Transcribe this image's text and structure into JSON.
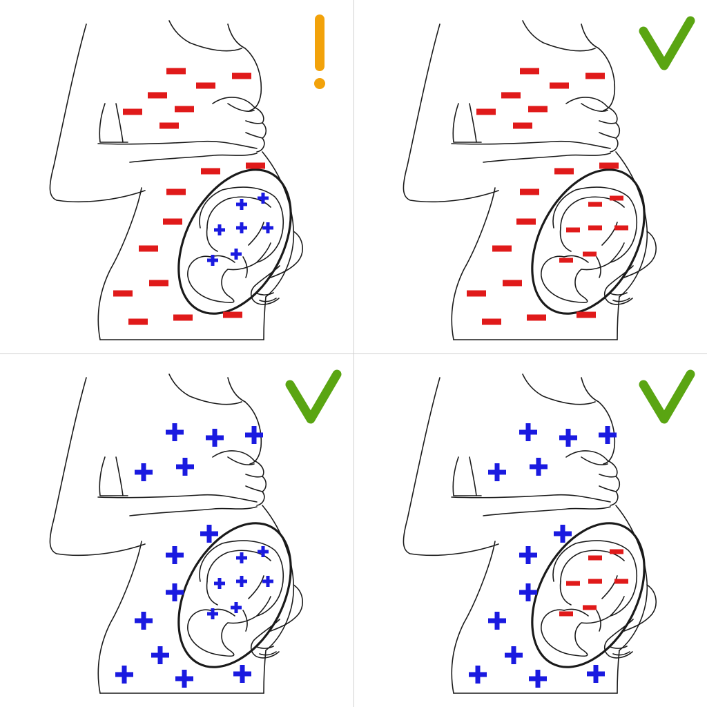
{
  "colors": {
    "maternal_negative": "#e01a1a",
    "maternal_positive": "#1a1ae0",
    "warning": "#f2a20a",
    "ok": "#5aa512",
    "outline": "#1a1a1a",
    "divider": "#cfcfcf"
  },
  "panels": [
    {
      "id": "top-left",
      "status_icon": "exclamation-icon",
      "status": "warning",
      "maternal_sign": "negative",
      "fetal_sign": "positive"
    },
    {
      "id": "top-right",
      "status_icon": "checkmark-icon",
      "status": "ok",
      "maternal_sign": "negative",
      "fetal_sign": "negative"
    },
    {
      "id": "bottom-left",
      "status_icon": "checkmark-icon",
      "status": "ok",
      "maternal_sign": "positive",
      "fetal_sign": "positive"
    },
    {
      "id": "bottom-right",
      "status_icon": "checkmark-icon",
      "status": "ok",
      "maternal_sign": "positive",
      "fetal_sign": "negative"
    }
  ]
}
